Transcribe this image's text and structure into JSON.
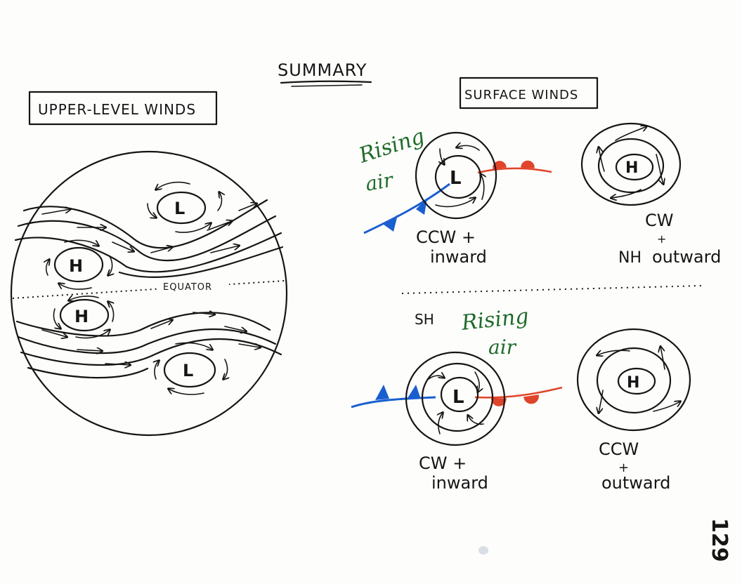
{
  "title": "SUMMARY",
  "upper_level": {
    "box_label": "UPPER-LEVEL WINDS",
    "equator_label": "EQUATOR",
    "symbols": {
      "low": "L",
      "high": "H"
    }
  },
  "surface": {
    "box_label": "SURFACE WINDS",
    "nh_label": "NH",
    "sh_label": "SH",
    "nh_low": {
      "rising_line1": "Rising",
      "rising_line2": "air",
      "caption_line1": "CCW +",
      "caption_line2": "inward",
      "symbol": "L"
    },
    "nh_high": {
      "caption_line1": "CW",
      "caption_plus": "+",
      "caption_line2": "outward",
      "symbol": "H"
    },
    "sh_low": {
      "rising_line1": "Rising",
      "rising_line2": "air",
      "caption_line1": "CW +",
      "caption_line2": "inward",
      "symbol": "L"
    },
    "sh_high": {
      "caption_line1": "CCW",
      "caption_plus": "+",
      "caption_line2": "outward",
      "symbol": "H"
    }
  },
  "page_number": "129",
  "colors": {
    "ink": "#151515",
    "warm_front": "#e0442a",
    "cold_front": "#1a5fd0",
    "annotation_green": "#1f6b2a"
  }
}
